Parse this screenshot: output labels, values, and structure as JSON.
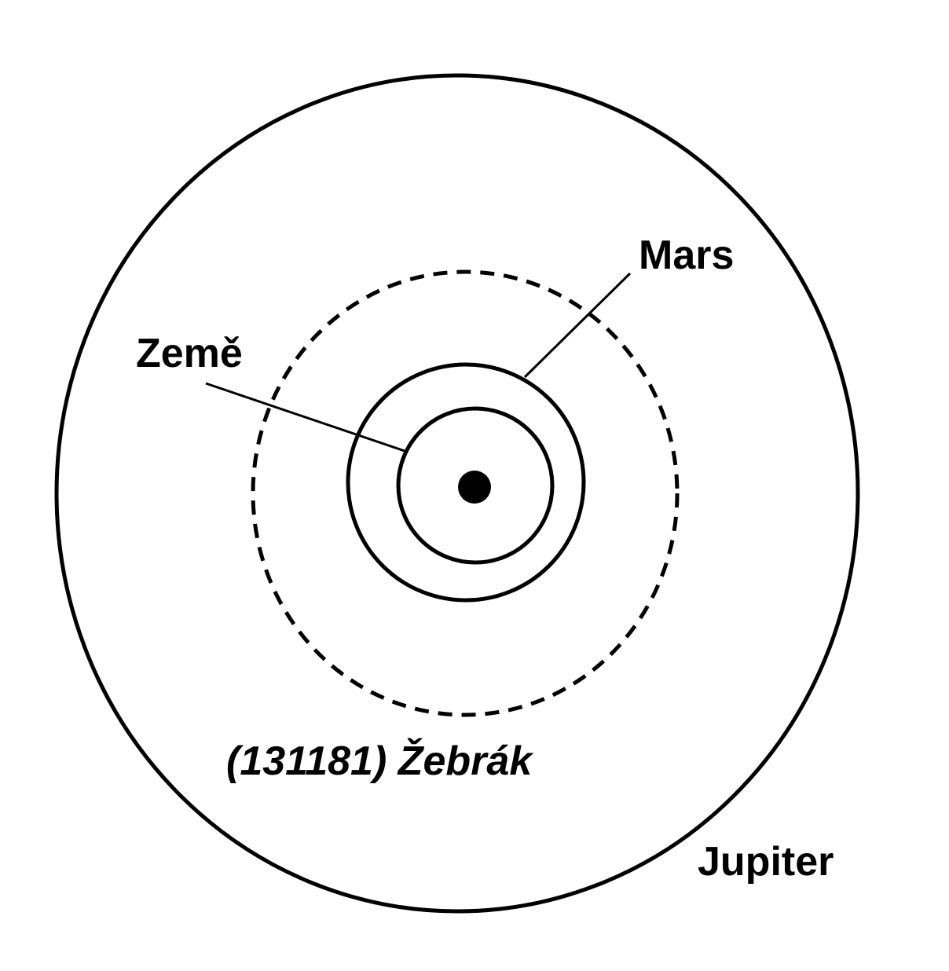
{
  "diagram": {
    "labels": {
      "earth": "Země",
      "mars": "Mars",
      "asteroid": "(131181) Žebrák",
      "jupiter": "Jupiter"
    },
    "colors": {
      "stroke": "#000000",
      "background": "#ffffff"
    }
  }
}
